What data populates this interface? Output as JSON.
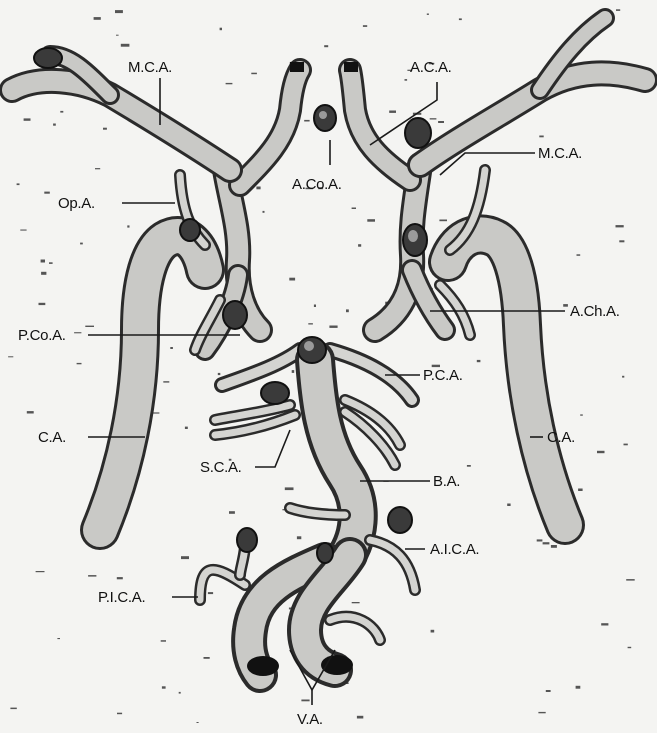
{
  "labels": {
    "mca_left": "M.C.A.",
    "aca": "A.C.A.",
    "mca_right": "M.C.A.",
    "acoa": "A.Co.A.",
    "opa": "Op.A.",
    "acha": "A.Ch.A.",
    "pcoa": "P.Co.A.",
    "pca": "P.C.A.",
    "ca_left": "C.A.",
    "ca_right": "C.A.",
    "sca": "S.C.A.",
    "ba": "B.A.",
    "aica": "A.I.C.A.",
    "pica": "P.I.C.A.",
    "va": "V.A."
  }
}
